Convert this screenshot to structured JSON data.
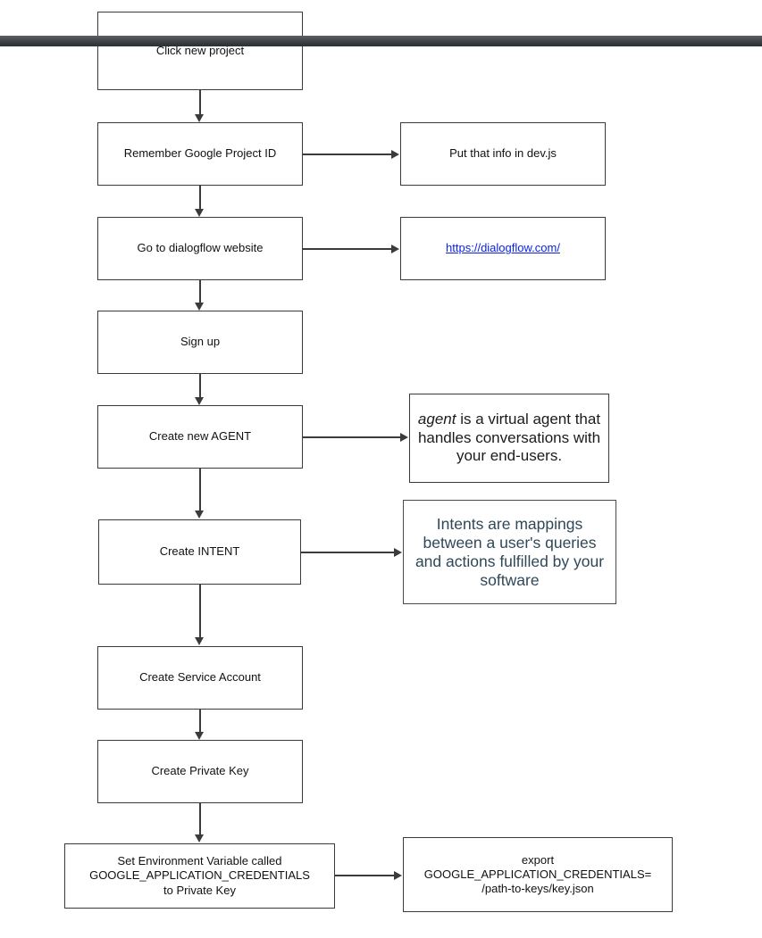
{
  "diagram": {
    "title": "Dialogflow setup flowchart",
    "colors": {
      "box_border": "#3b3b3b",
      "text": "#111111",
      "callout_text": "#2f4858",
      "link": "#0b23e8",
      "overlay_bar": "#44484c",
      "background": "#ffffff"
    },
    "nodes": [
      {
        "id": "click-new-project",
        "label": "Click new project"
      },
      {
        "id": "remember-project-id",
        "label": "Remember Google Project ID"
      },
      {
        "id": "put-info-dev-js",
        "label": "Put that info in dev.js"
      },
      {
        "id": "go-to-dialogflow",
        "label": "Go to dialogflow website"
      },
      {
        "id": "dialogflow-url",
        "label": "https://dialogflow.com/"
      },
      {
        "id": "sign-up",
        "label": "Sign up"
      },
      {
        "id": "create-new-agent",
        "label": "Create new AGENT"
      },
      {
        "id": "agent-definition-lead",
        "label": "agent"
      },
      {
        "id": "agent-definition-rest",
        "label": " is a virtual agent that handles conversations with your end-users."
      },
      {
        "id": "create-intent",
        "label": "Create INTENT"
      },
      {
        "id": "intent-definition",
        "label": "Intents are mappings between a user's queries and actions fulfilled by your software"
      },
      {
        "id": "create-service-account",
        "label": "Create Service Account"
      },
      {
        "id": "create-private-key",
        "label": "Create Private Key"
      },
      {
        "id": "set-env-variable",
        "label": "Set Environment Variable called\nGOOGLE_APPLICATION_CREDENTIALS\nto Private Key"
      },
      {
        "id": "export-command",
        "label": "export\nGOOGLE_APPLICATION_CREDENTIALS=\n/path-to-keys/key.json"
      }
    ],
    "edges": [
      {
        "from": "click-new-project",
        "to": "remember-project-id",
        "direction": "down"
      },
      {
        "from": "remember-project-id",
        "to": "put-info-dev-js",
        "direction": "right"
      },
      {
        "from": "remember-project-id",
        "to": "go-to-dialogflow",
        "direction": "down"
      },
      {
        "from": "go-to-dialogflow",
        "to": "dialogflow-url",
        "direction": "right"
      },
      {
        "from": "go-to-dialogflow",
        "to": "sign-up",
        "direction": "down"
      },
      {
        "from": "sign-up",
        "to": "create-new-agent",
        "direction": "down"
      },
      {
        "from": "create-new-agent",
        "to": "agent-definition-lead",
        "direction": "right"
      },
      {
        "from": "create-new-agent",
        "to": "create-intent",
        "direction": "down"
      },
      {
        "from": "create-intent",
        "to": "intent-definition",
        "direction": "right"
      },
      {
        "from": "create-intent",
        "to": "create-service-account",
        "direction": "down"
      },
      {
        "from": "create-service-account",
        "to": "create-private-key",
        "direction": "down"
      },
      {
        "from": "create-private-key",
        "to": "set-env-variable",
        "direction": "down"
      },
      {
        "from": "set-env-variable",
        "to": "export-command",
        "direction": "right"
      }
    ]
  }
}
